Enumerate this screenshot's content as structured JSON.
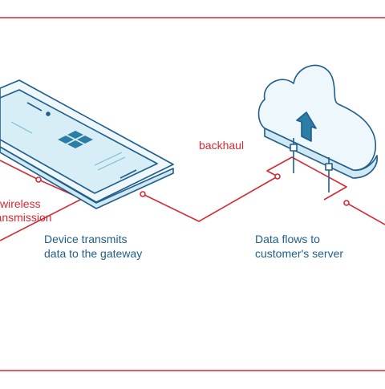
{
  "labels": {
    "backhaul": "backhaul",
    "wireless_line1": "wireless",
    "wireless_line2": "transmission",
    "device_caption_line1": "Device transmits",
    "device_caption_line2": "data to the gateway",
    "server_caption_line1": "Data flows to",
    "server_caption_line2": "customer's server"
  },
  "icons": {
    "device": "smartphone-icon",
    "cloud": "cloud-upload-icon",
    "app_tile": "app-grid-icon"
  },
  "colors": {
    "link_line": "#d42a34",
    "device_outline": "#1f5d8c",
    "device_fill": "#eef7fb",
    "screen_fill": "#d7eef6",
    "accent": "#2b7fa6",
    "label_red": "#d42a34",
    "label_blue": "#1f5d8c"
  }
}
